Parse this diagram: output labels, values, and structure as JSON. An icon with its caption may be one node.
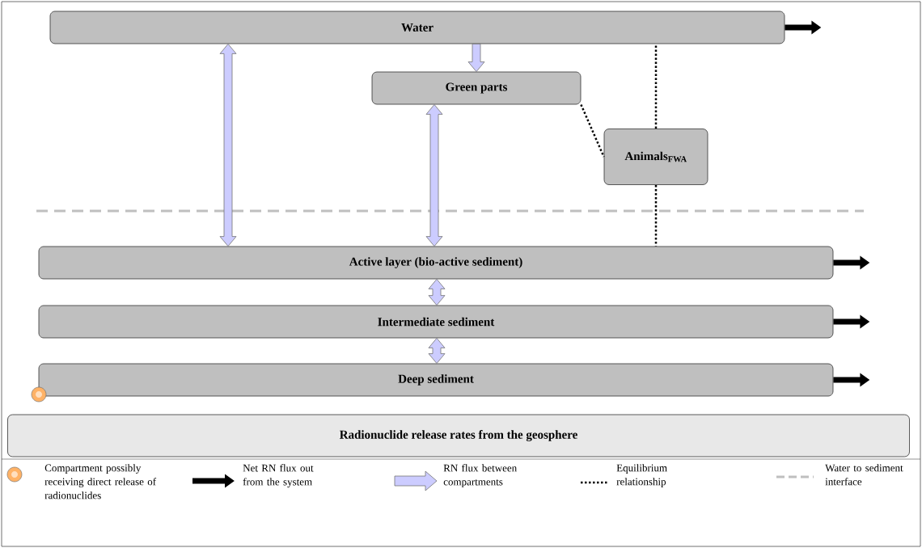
{
  "diagram": {
    "nodes": [
      {
        "text": [
          "Water"
        ]
      },
      {
        "text": [
          "Green parts"
        ]
      },
      {
        "text": [
          "Animals$_{FWA}$"
        ]
      },
      {
        "text": [
          "Active layer (bio-active sediment)"
        ]
      },
      {
        "text": [
          "Intermediate sediment"
        ]
      },
      {
        "text": [
          "Deep sediment"
        ]
      },
      {
        "text": [
          "Radionuclide release rates from the geosphere"
        ]
      }
    ],
    "edges": [
      {
        "from": 0,
        "to": null,
        "arrow": "to"
      },
      {
        "from": 0,
        "to": 3,
        "arrow": "both",
        "color": "#ccccff"
      },
      {
        "from": 0,
        "to": 1,
        "arrow": "to",
        "color": "#ccccff"
      },
      {
        "from": 1,
        "to": 3,
        "arrow": "both",
        "color": "#ccccff"
      },
      {
        "from": 1,
        "to": 2,
        "arrow": "none",
        "style": "dashed"
      },
      {
        "from": 2,
        "to": 0,
        "arrow": "none",
        "style": "dashed"
      },
      {
        "from": 2,
        "to": 3,
        "arrow": "none",
        "style": "dashed"
      },
      {
        "from": 3,
        "to": 4,
        "arrow": "both",
        "color": "#ccccff"
      },
      {
        "from": 4,
        "to": 5,
        "arrow": "both",
        "color": "#ccccff"
      },
      {
        "from": 3,
        "to": null,
        "arrow": "to"
      },
      {
        "from": 4,
        "to": null,
        "arrow": "to"
      },
      {
        "from": 5,
        "to": null,
        "arrow": "to"
      }
    ],
    "legend": [
      {
        "text": "Compartment possibly receiving direct release of radionuclides"
      },
      {
        "text": "Net RN flux out from the system"
      },
      {
        "text": "RN flux between compartments"
      },
      {
        "text": "Equilibrium relationship"
      },
      {
        "text": "Water to sediment interface"
      }
    ]
  }
}
